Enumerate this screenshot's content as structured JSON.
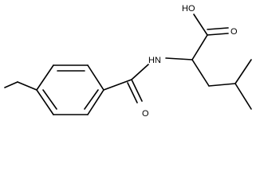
{
  "molecule": {
    "atom_labels": {
      "hydroxyl": "HO",
      "carbonyl_oxygen_acid": "O",
      "amide_nitrogen": "HN",
      "carbonyl_oxygen_amide": "O"
    },
    "colors": {
      "bond": "#000000",
      "text": "#000000",
      "background": "#ffffff"
    }
  }
}
